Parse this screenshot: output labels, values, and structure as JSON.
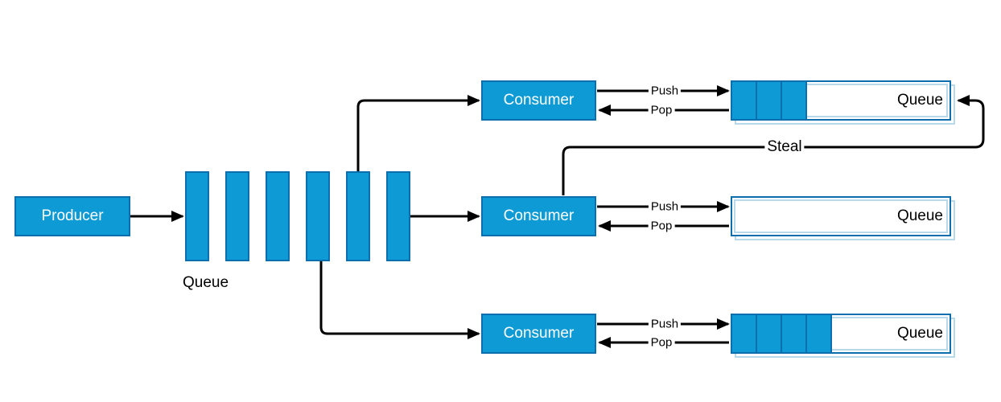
{
  "colors": {
    "background": "#FFFFFF",
    "node_fill": "#0E9BD5",
    "node_stroke": "#0D6EAE",
    "accent_light": "#B8D9EC",
    "connector": "#000000",
    "node_text": "#FFFFFF",
    "label_text": "#000000"
  },
  "producer": {
    "label": "Producer"
  },
  "central_queue": {
    "label": "Queue",
    "slot_count": 6
  },
  "steal": {
    "label": "Steal"
  },
  "consumers": [
    {
      "label": "Consumer",
      "push_label": "Push",
      "pop_label": "Pop",
      "queue": {
        "label": "Queue",
        "filled_slots": 3
      }
    },
    {
      "label": "Consumer",
      "push_label": "Push",
      "pop_label": "Pop",
      "queue": {
        "label": "Queue",
        "filled_slots": 0
      }
    },
    {
      "label": "Consumer",
      "push_label": "Push",
      "pop_label": "Pop",
      "queue": {
        "label": "Queue",
        "filled_slots": 4
      }
    }
  ]
}
